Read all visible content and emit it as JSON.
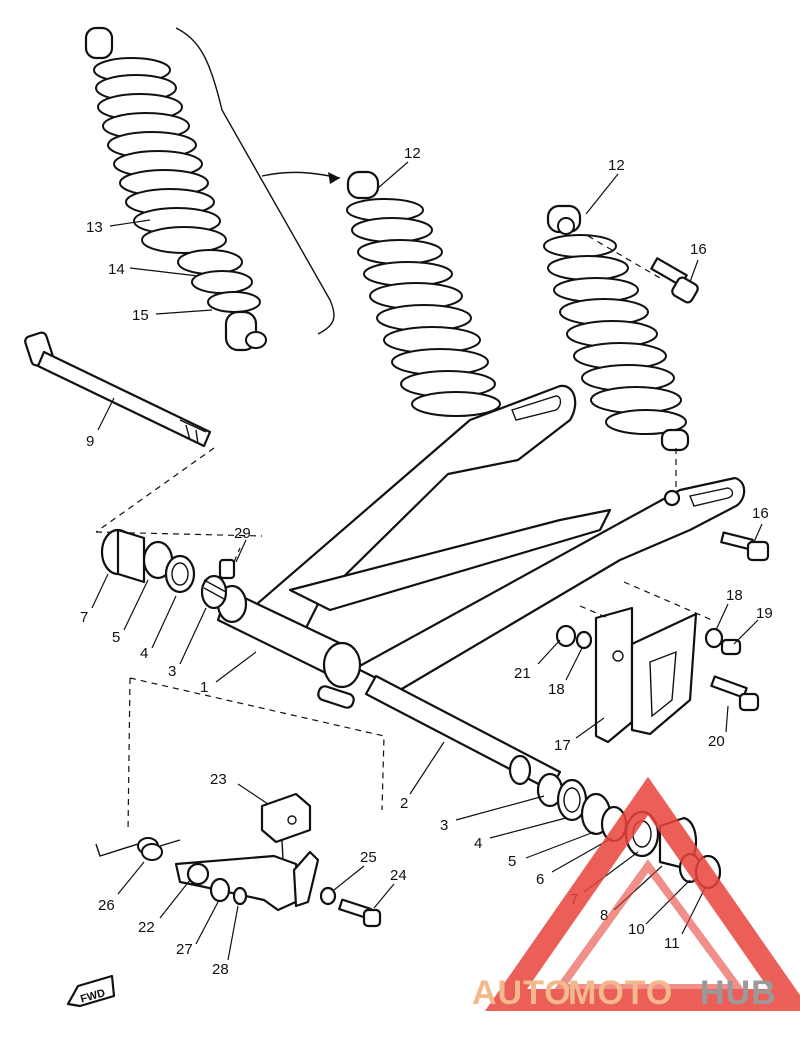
{
  "callouts": {
    "c1": "1",
    "c2": "2",
    "c3a": "3",
    "c3b": "3",
    "c4a": "4",
    "c4b": "4",
    "c5a": "5",
    "c5b": "5",
    "c6": "6",
    "c7a": "7",
    "c7b": "7",
    "c8": "8",
    "c9": "9",
    "c10": "10",
    "c11": "11",
    "c12a": "12",
    "c12b": "12",
    "c13": "13",
    "c14": "14",
    "c15": "15",
    "c16a": "16",
    "c16b": "16",
    "c17": "17",
    "c18a": "18",
    "c18b": "18",
    "c19": "19",
    "c20": "20",
    "c21": "21",
    "c22": "22",
    "c23": "23",
    "c24": "24",
    "c25": "25",
    "c26": "26",
    "c27": "27",
    "c28": "28",
    "c29": "29"
  },
  "fwd_label": "FWD",
  "watermark": {
    "auto": "AUTO",
    "moto": "MOTO",
    "hub": "HUB",
    "accent": "#e8443c"
  }
}
